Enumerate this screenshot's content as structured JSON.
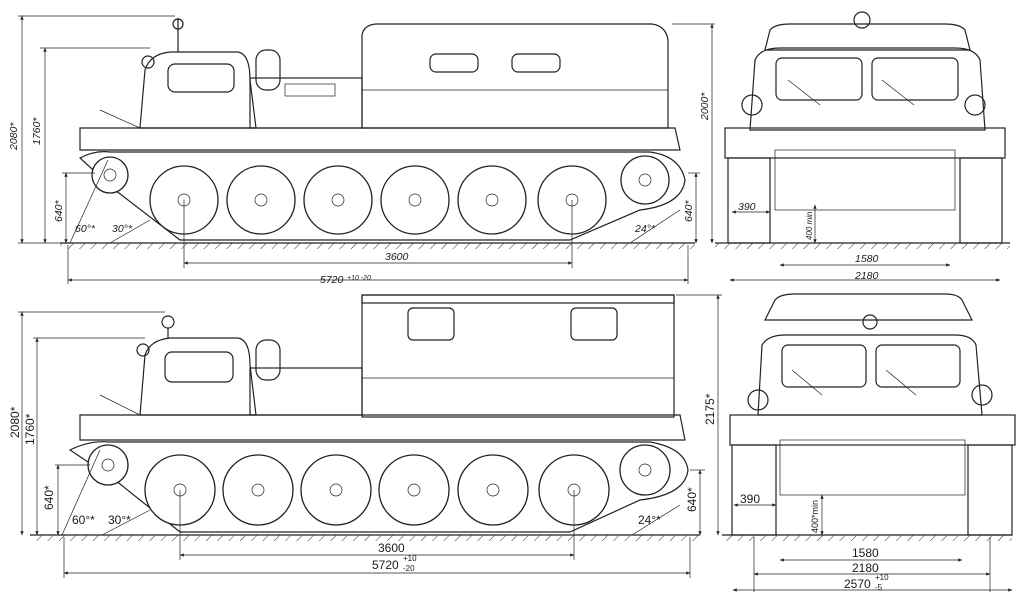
{
  "drawing": {
    "top_side": {
      "dims": {
        "h_total": "2080*",
        "h_body": "1760*",
        "h_hull": "640*",
        "a_front": "60°*",
        "a_track": "30°*",
        "a_rear": "24°*",
        "wheelbase": "3600",
        "length_main": "5720",
        "length_tol": "+10 -20",
        "h_cab": "2000*",
        "h_rear": "640*"
      }
    },
    "top_front": {
      "dims": {
        "track_width": "390",
        "clearance": "400 min",
        "gauge": "1580",
        "width": "2180"
      }
    },
    "bottom_side": {
      "dims": {
        "h_total": "2080*",
        "h_body": "1760*",
        "h_hull": "640*",
        "a_front": "60°*",
        "a_track": "30°*",
        "a_rear": "24°*",
        "wheelbase": "3600",
        "length_main": "5720",
        "length_tol_up": "+10",
        "length_tol_dn": "-20",
        "h_box": "2175*",
        "h_rear": "640*"
      }
    },
    "bottom_front": {
      "dims": {
        "track_width": "390",
        "clearance": "400*min",
        "gauge": "1580",
        "width": "2180",
        "overall": "2570",
        "overall_tol_up": "+10",
        "overall_tol_dn": "-5"
      }
    }
  }
}
